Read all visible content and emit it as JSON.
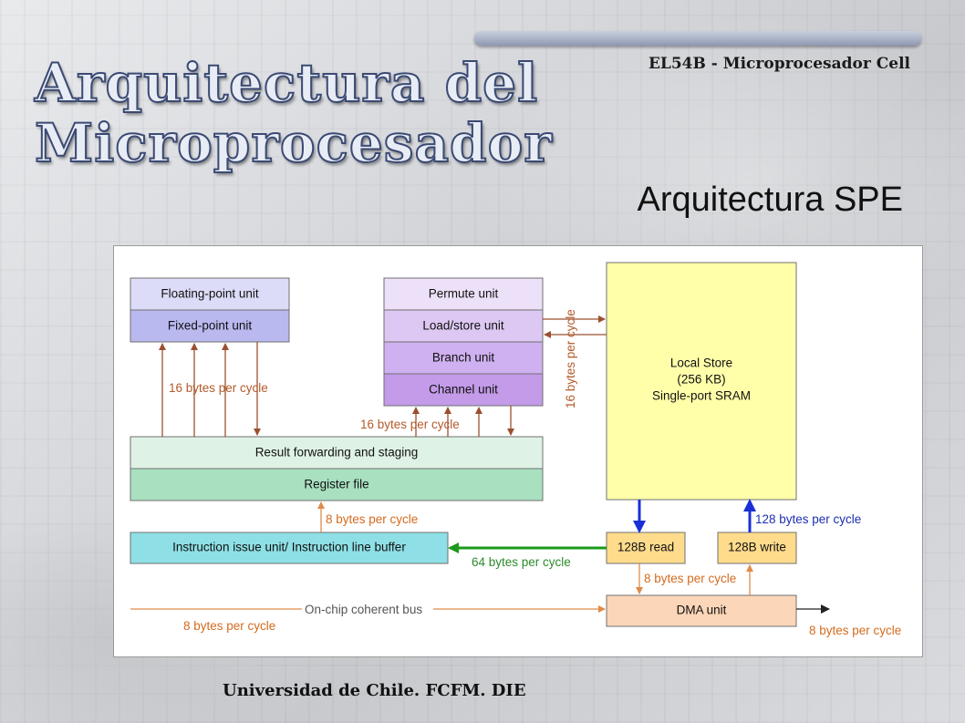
{
  "header": {
    "course": "EL54B - Microprocesador Cell",
    "title_line1": "Arquitectura del",
    "title_line2": "Microprocesador",
    "subtitle": "Arquitectura SPE"
  },
  "footer": {
    "text": "Universidad de Chile. FCFM. DIE"
  },
  "diagram": {
    "units": {
      "floating_point": "Floating-point unit",
      "fixed_point": "Fixed-point unit",
      "permute": "Permute unit",
      "load_store": "Load/store unit",
      "branch": "Branch unit",
      "channel": "Channel unit",
      "local_store_line1": "Local Store",
      "local_store_line2": "(256 KB)",
      "local_store_line3": "Single-port SRAM",
      "result_forwarding": "Result forwarding and staging",
      "register_file": "Register file",
      "instruction_issue": "Instruction issue unit/ Instruction line buffer",
      "read_128b": "128B read",
      "write_128b": "128B write",
      "dma": "DMA unit"
    },
    "labels": {
      "fp_bandwidth": "16 bytes per cycle",
      "permute_bandwidth": "16 bytes per cycle",
      "ls_bandwidth": "16 bytes per cycle",
      "issue_bandwidth": "8 bytes per cycle",
      "read_bandwidth": "64 bytes per cycle",
      "write_bandwidth": "128 bytes per cycle",
      "dma_bandwidth": "8 bytes per cycle",
      "bus": "On-chip coherent bus",
      "bus_bandwidth": "8 bytes per cycle",
      "dma_out_bandwidth": "8 bytes per cycle"
    },
    "colors": {
      "fp_fill": "#dcdcf8",
      "fixed_fill": "#b9b9f0",
      "permute_fill": "#ece1f8",
      "loadstore_fill": "#dcc8f2",
      "branch_fill": "#cfb0f0",
      "channel_fill": "#c39be8",
      "local_store_fill": "#ffffaa",
      "result_fill": "#dff2e6",
      "register_fill": "#a8e0c0",
      "issue_fill": "#8ee0e6",
      "read_write_fill": "#ffdc8c",
      "dma_fill": "#fcd6b8",
      "brown_arrow": "#9a5030",
      "orange_arrow": "#e08a4a",
      "green_arrow": "#1b9a1b",
      "blue_arrow": "#1a2fd8"
    }
  }
}
